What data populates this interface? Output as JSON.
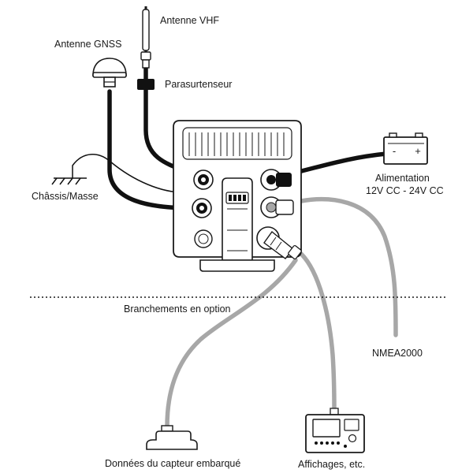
{
  "labels": {
    "antenne_vhf": "Antenne VHF",
    "antenne_gnss": "Antenne GNSS",
    "parasurtenseur": "Parasurtenseur",
    "chassis_masse": "Châssis/Masse",
    "alimentation": "Alimentation",
    "alimentation_tension": "12V CC - 24V CC",
    "branchements_option": "Branchements en option",
    "nmea2000": "NMEA2000",
    "capteur": "Données du capteur embarqué",
    "affichages": "Affichages, etc."
  },
  "battery": {
    "minus": "-",
    "plus": "+"
  },
  "colors": {
    "cable_black": "#111111",
    "cable_grey": "#a7a7a7",
    "outline": "#1a1a1a",
    "fill": "#ffffff"
  }
}
